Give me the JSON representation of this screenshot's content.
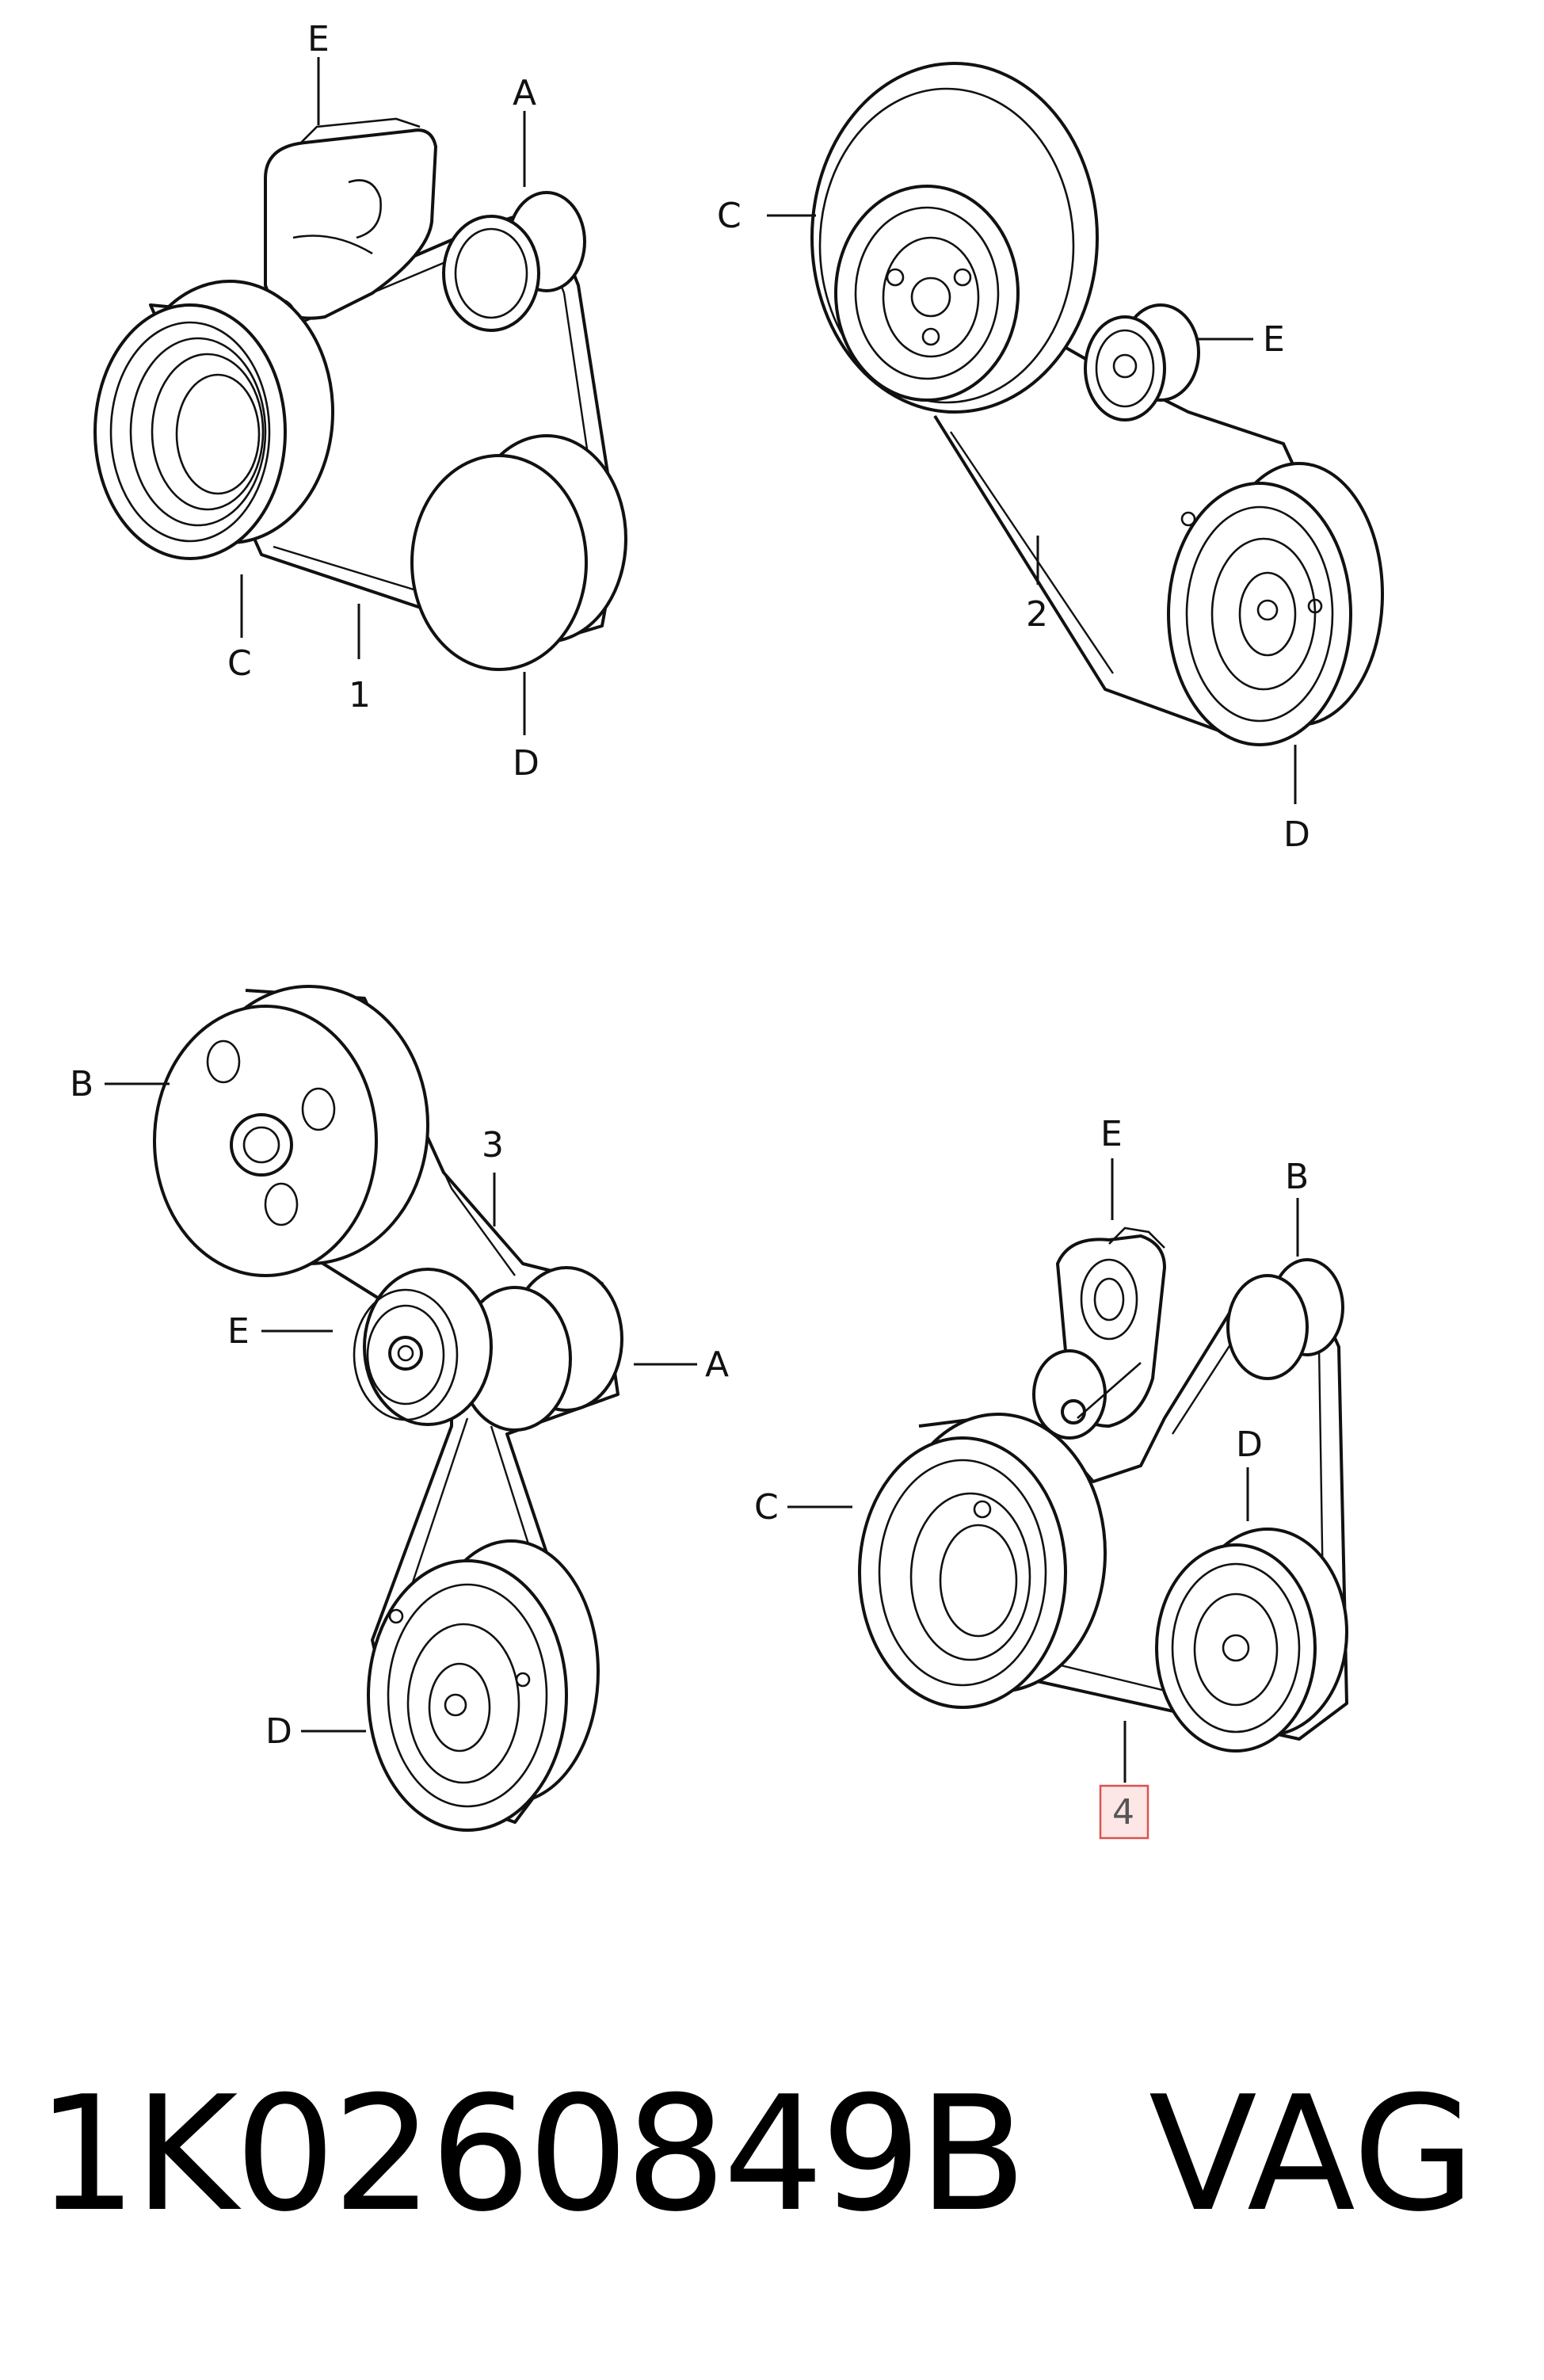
{
  "views": [
    {
      "name": "view-1",
      "labels": {
        "E": "E",
        "A": "A",
        "C": "C",
        "belt": "1",
        "D": "D"
      }
    },
    {
      "name": "view-2",
      "labels": {
        "C": "C",
        "E": "E",
        "belt": "2",
        "D": "D"
      }
    },
    {
      "name": "view-3",
      "labels": {
        "B": "B",
        "belt": "3",
        "E": "E",
        "A": "A",
        "D": "D"
      }
    },
    {
      "name": "view-4",
      "labels": {
        "E": "E",
        "B": "B",
        "D": "D",
        "C": "C",
        "belt": "4"
      }
    }
  ],
  "highlighted_callout": "4",
  "highlight_colors": {
    "fill": "#fde6e6",
    "stroke": "#d9534f"
  },
  "caption": {
    "part_number": "1K0260849B",
    "brand": "VAG"
  }
}
